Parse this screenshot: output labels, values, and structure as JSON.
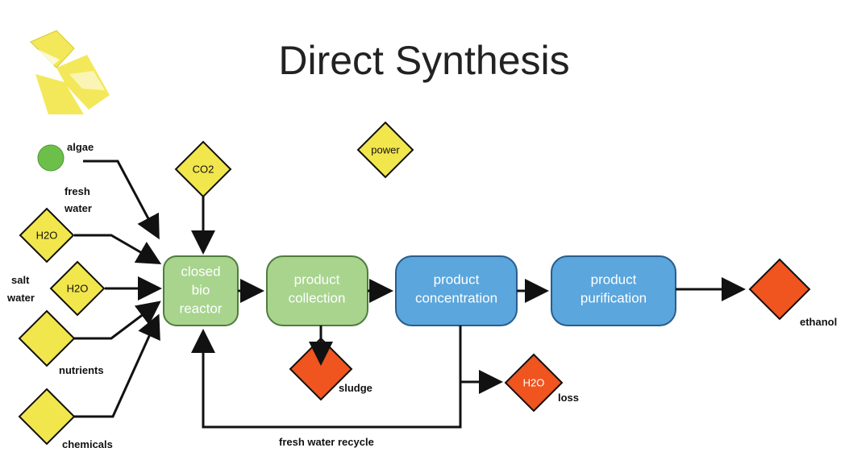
{
  "title": "Direct Synthesis",
  "colors": {
    "sun": "#f3e85a",
    "green_box": "#a8d48e",
    "green_box_stroke": "#4f7c3d",
    "blue_box": "#5aa6dd",
    "blue_box_stroke": "#2a5d8c",
    "yellow_diamond": "#f2e64d",
    "orange_diamond": "#f0541f",
    "algae_dot": "#6cc04a"
  },
  "inputs": {
    "algae": "algae",
    "fresh_water_label_line1": "fresh",
    "fresh_water_label_line2": "water",
    "fresh_water_diamond": "H2O",
    "salt_water_label_line1": "salt",
    "salt_water_label_line2": "water",
    "salt_water_diamond": "H2O",
    "nutrients": "nutrients",
    "chemicals": "chemicals",
    "co2": "CO2",
    "power": "power"
  },
  "process": {
    "bioreactor_line1": "closed",
    "bioreactor_line2": "bio",
    "bioreactor_line3": "reactor",
    "collection_line1": "product",
    "collection_line2": "collection",
    "concentration_line1": "product",
    "concentration_line2": "concentration",
    "purification_line1": "product",
    "purification_line2": "purification"
  },
  "outputs": {
    "sludge": "sludge",
    "loss_diamond": "H2O",
    "loss": "loss",
    "ethanol": "ethanol",
    "recycle": "fresh water recycle"
  }
}
